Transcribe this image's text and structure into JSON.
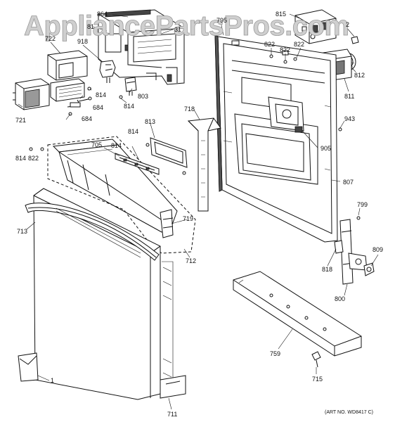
{
  "watermark": "AppliancePartsPros.com",
  "art_number": "(ART NO. WD8417 C)",
  "callouts": {
    "c864": "864",
    "c81": "81",
    "c31": "31",
    "c795": "795",
    "c815": "815",
    "c2": "2",
    "c722": "722",
    "c918": "918",
    "c822a": "822",
    "c822b": "822",
    "c822c": "822",
    "c812": "812",
    "c814a": "814",
    "c814b": "814",
    "c814c": "814",
    "c814d": "814",
    "c814e": "814",
    "c803": "803",
    "c811": "811",
    "c684a": "684",
    "c684b": "684",
    "c721": "721",
    "c718": "718",
    "c813": "813",
    "c943": "943",
    "c705": "705",
    "c905": "905",
    "c822d": "822",
    "c807": "807",
    "c799": "799",
    "c719": "719",
    "c713": "713",
    "c712": "712",
    "c809": "809",
    "c818": "818",
    "c800": "800",
    "c759": "759",
    "c715": "715",
    "c1": "1",
    "c711": "711"
  }
}
